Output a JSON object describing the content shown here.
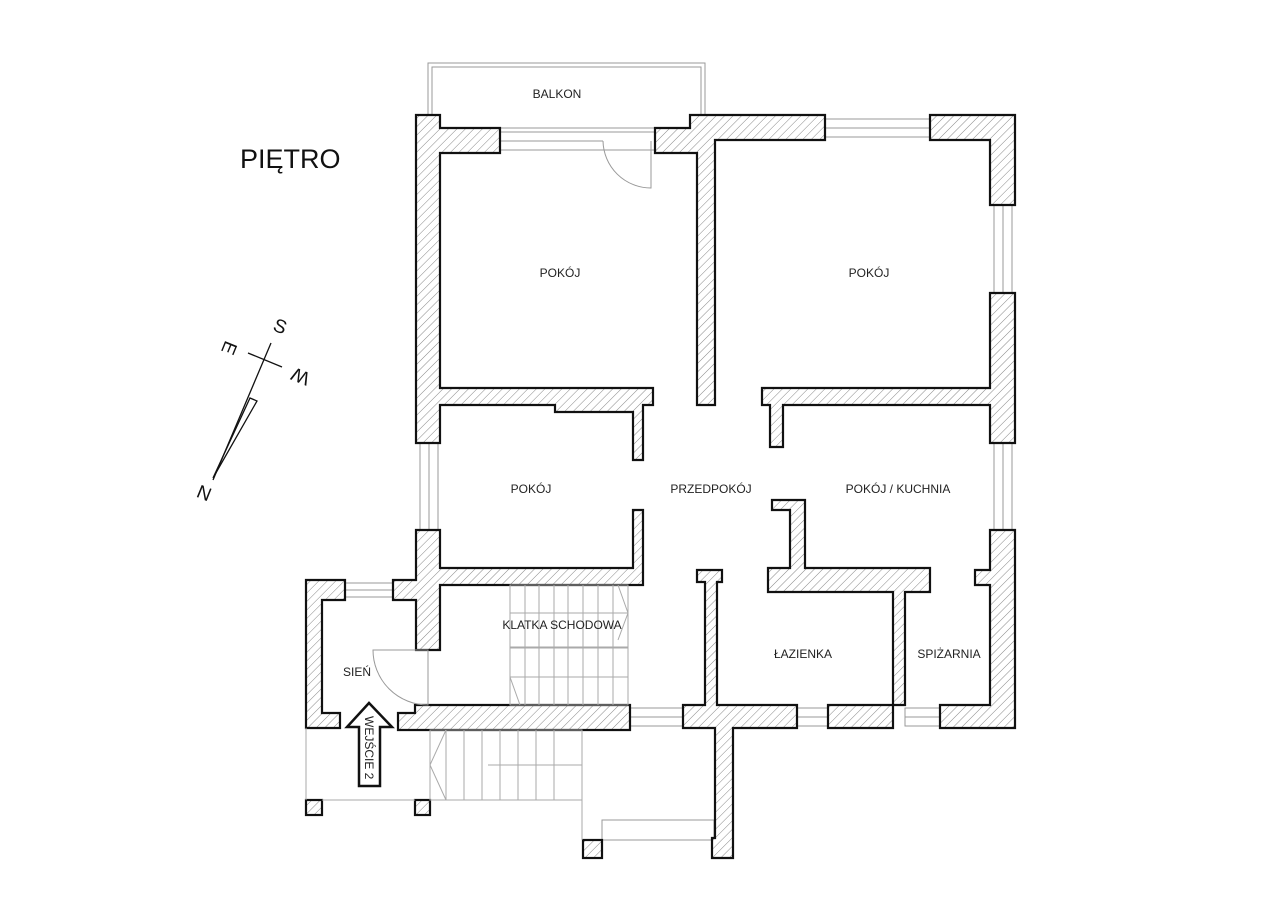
{
  "title": "PIĘTRO",
  "rooms": {
    "balcony": "BALKON",
    "room_top_left": "POKÓJ",
    "room_top_right": "POKÓJ",
    "room_mid_left": "POKÓJ",
    "hallway": "PRZEDPOKÓJ",
    "room_kitchen": "POKÓJ / KUCHNIA",
    "staircase": "KLATKA SCHODOWA",
    "bathroom": "ŁAZIENKA",
    "pantry": "SPIŻARNIA",
    "vestibule": "SIEŃ"
  },
  "entrance_label": "WEJŚCIE 2",
  "compass": {
    "n": "N",
    "s": "S",
    "e": "E",
    "w": "W"
  }
}
